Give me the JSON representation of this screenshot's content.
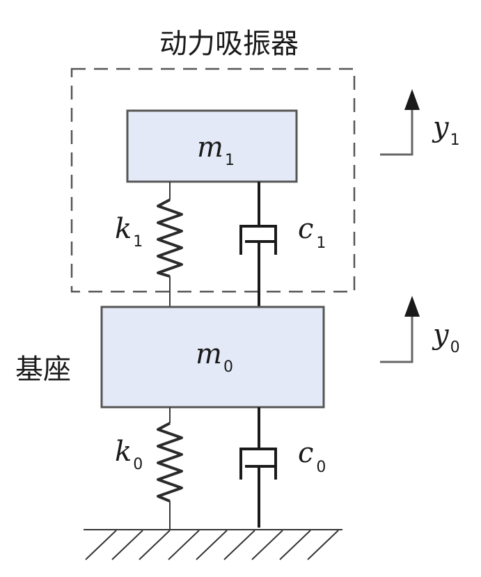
{
  "title": "动力吸振器",
  "base_label": "基座",
  "absorber": {
    "mass": {
      "symbol": "m",
      "subscript": "1"
    },
    "spring": {
      "symbol": "k",
      "subscript": "1"
    },
    "damper": {
      "symbol": "c",
      "subscript": "1"
    },
    "displacement": {
      "symbol": "y",
      "subscript": "1"
    }
  },
  "base": {
    "mass": {
      "symbol": "m",
      "subscript": "0"
    },
    "spring": {
      "symbol": "k",
      "subscript": "0"
    },
    "damper": {
      "symbol": "c",
      "subscript": "0"
    },
    "displacement": {
      "symbol": "y",
      "subscript": "0"
    }
  },
  "colors": {
    "mass_fill": "#e3e9f6",
    "line": "#1a1a1a"
  }
}
